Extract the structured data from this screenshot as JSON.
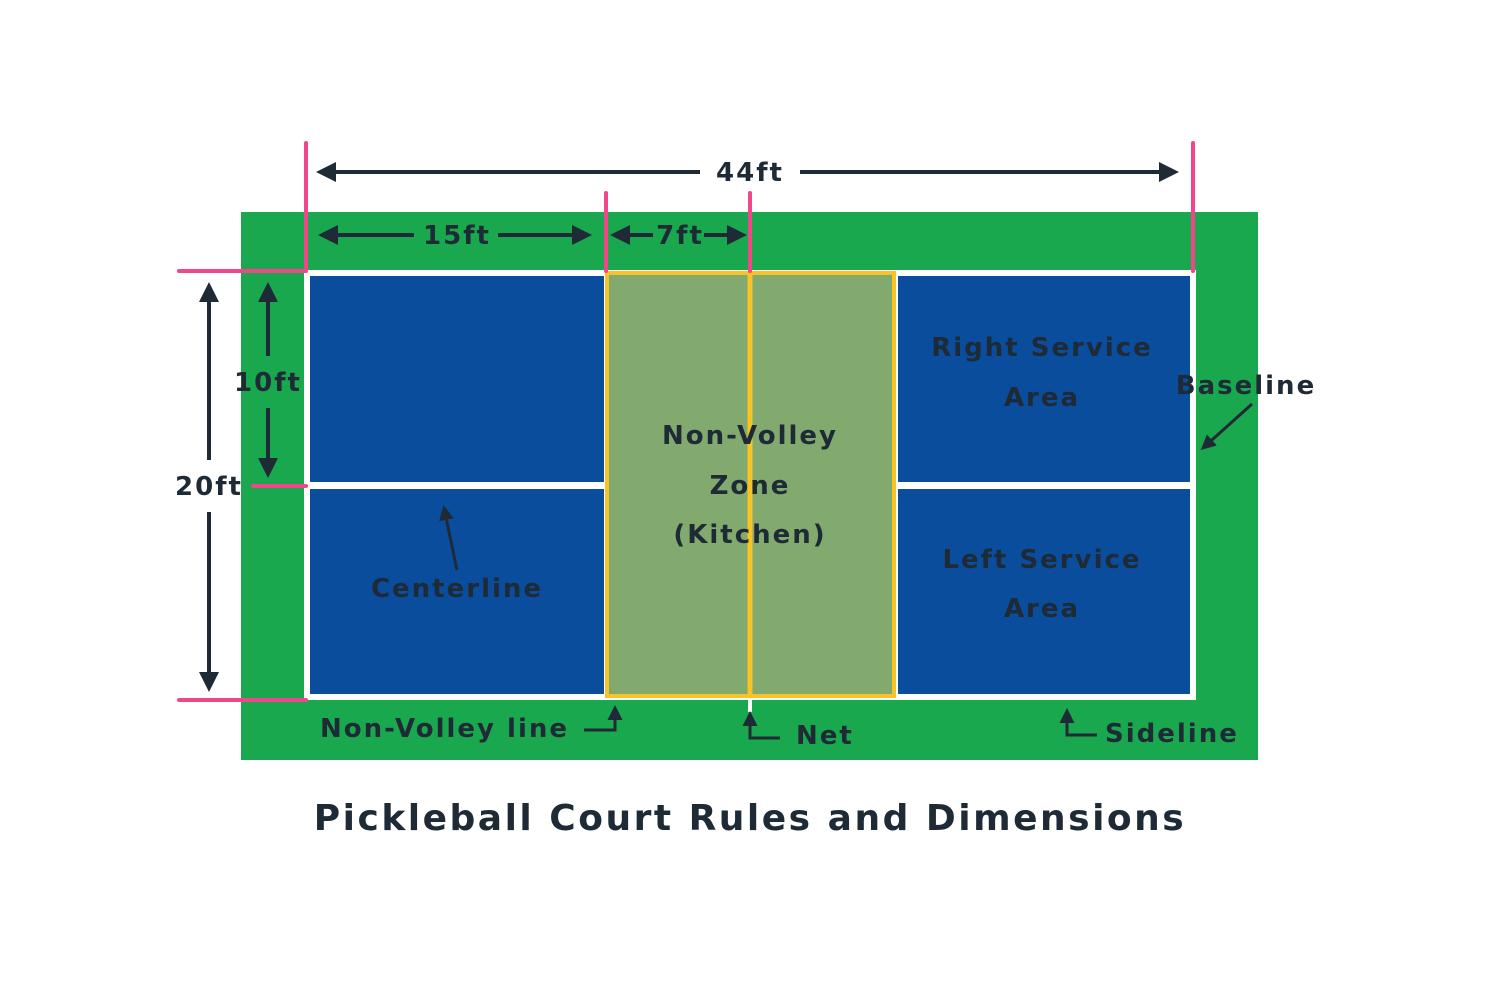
{
  "title": "Pickleball Court Rules and Dimensions",
  "dimensions": {
    "length": "44ft",
    "baseline_to_kitchen": "15ft",
    "kitchen_depth": "7ft",
    "width": "20ft",
    "half_width": "10ft"
  },
  "zones": {
    "kitchen_line1": "Non-Volley",
    "kitchen_line2": "Zone",
    "kitchen_line3": "(Kitchen)",
    "right_service_line1": "Right Service",
    "right_service_line2": "Area",
    "left_service_line1": "Left Service",
    "left_service_line2": "Area"
  },
  "callouts": {
    "centerline": "Centerline",
    "baseline": "Baseline",
    "non_volley_line": "Non-Volley line",
    "net": "Net",
    "sideline": "Sideline"
  },
  "colors": {
    "surround": "#19a84e",
    "service_area": "#0a4d9c",
    "kitchen": "#82aa6e",
    "kitchen_border": "#f7c326",
    "marker": "#f0478a",
    "ink": "#1e2a35"
  }
}
